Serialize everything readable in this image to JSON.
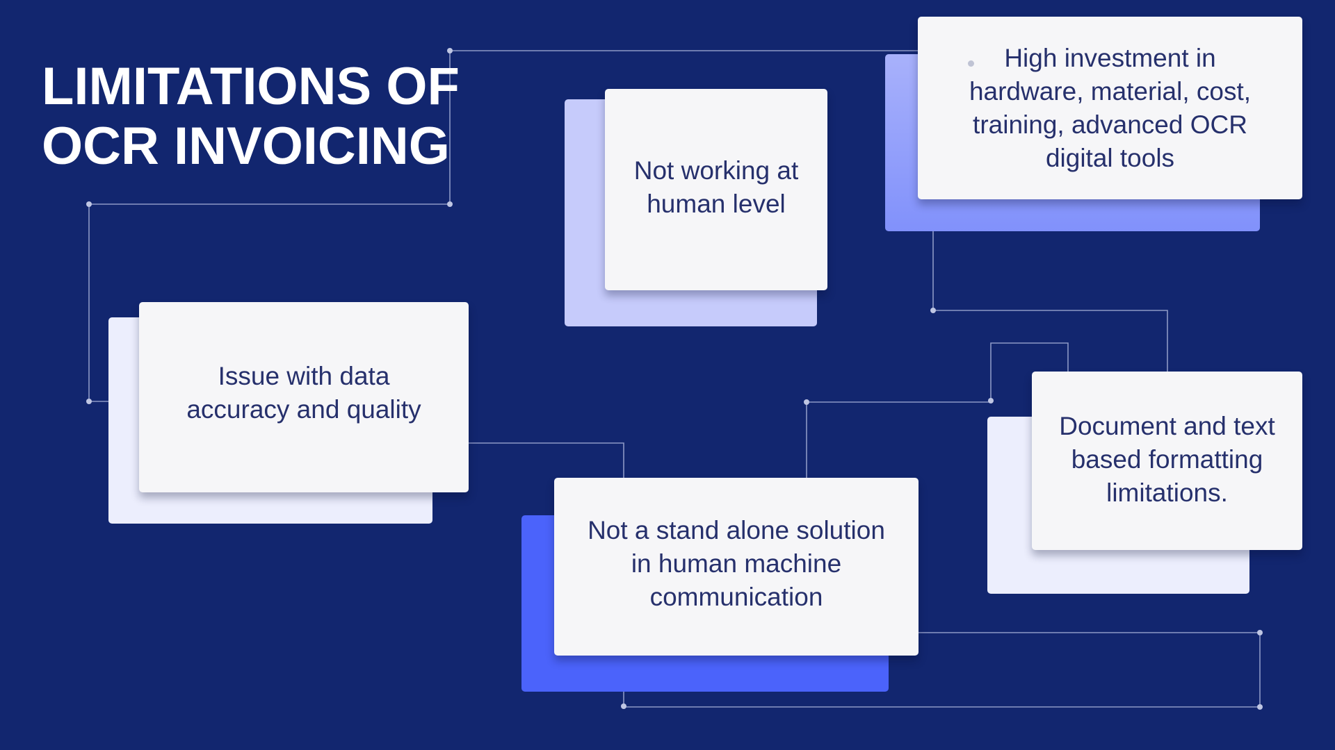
{
  "title": {
    "line1": "LIMITATIONS OF",
    "line2": "OCR INVOICING"
  },
  "cards": {
    "human_level": {
      "text": "Not working at human level"
    },
    "investment": {
      "text": "High investment in hardware, material, cost, training, advanced OCR digital tools"
    },
    "data_accuracy": {
      "text": "Issue with data accuracy and quality"
    },
    "formatting": {
      "text": "Document and text based formatting limitations."
    },
    "stand_alone": {
      "text": "Not a stand alone solution in human machine communication"
    }
  },
  "colors": {
    "background": "#12266f",
    "card": "#f6f6f8",
    "card_text": "#26306c",
    "title": "#ffffff",
    "connector": "#8d98c6",
    "shadow_lavender": "#c6cbfb",
    "shadow_periwinkle": "#8b99fb",
    "shadow_pale": "#eceefd",
    "shadow_blue": "#4b63fb"
  }
}
